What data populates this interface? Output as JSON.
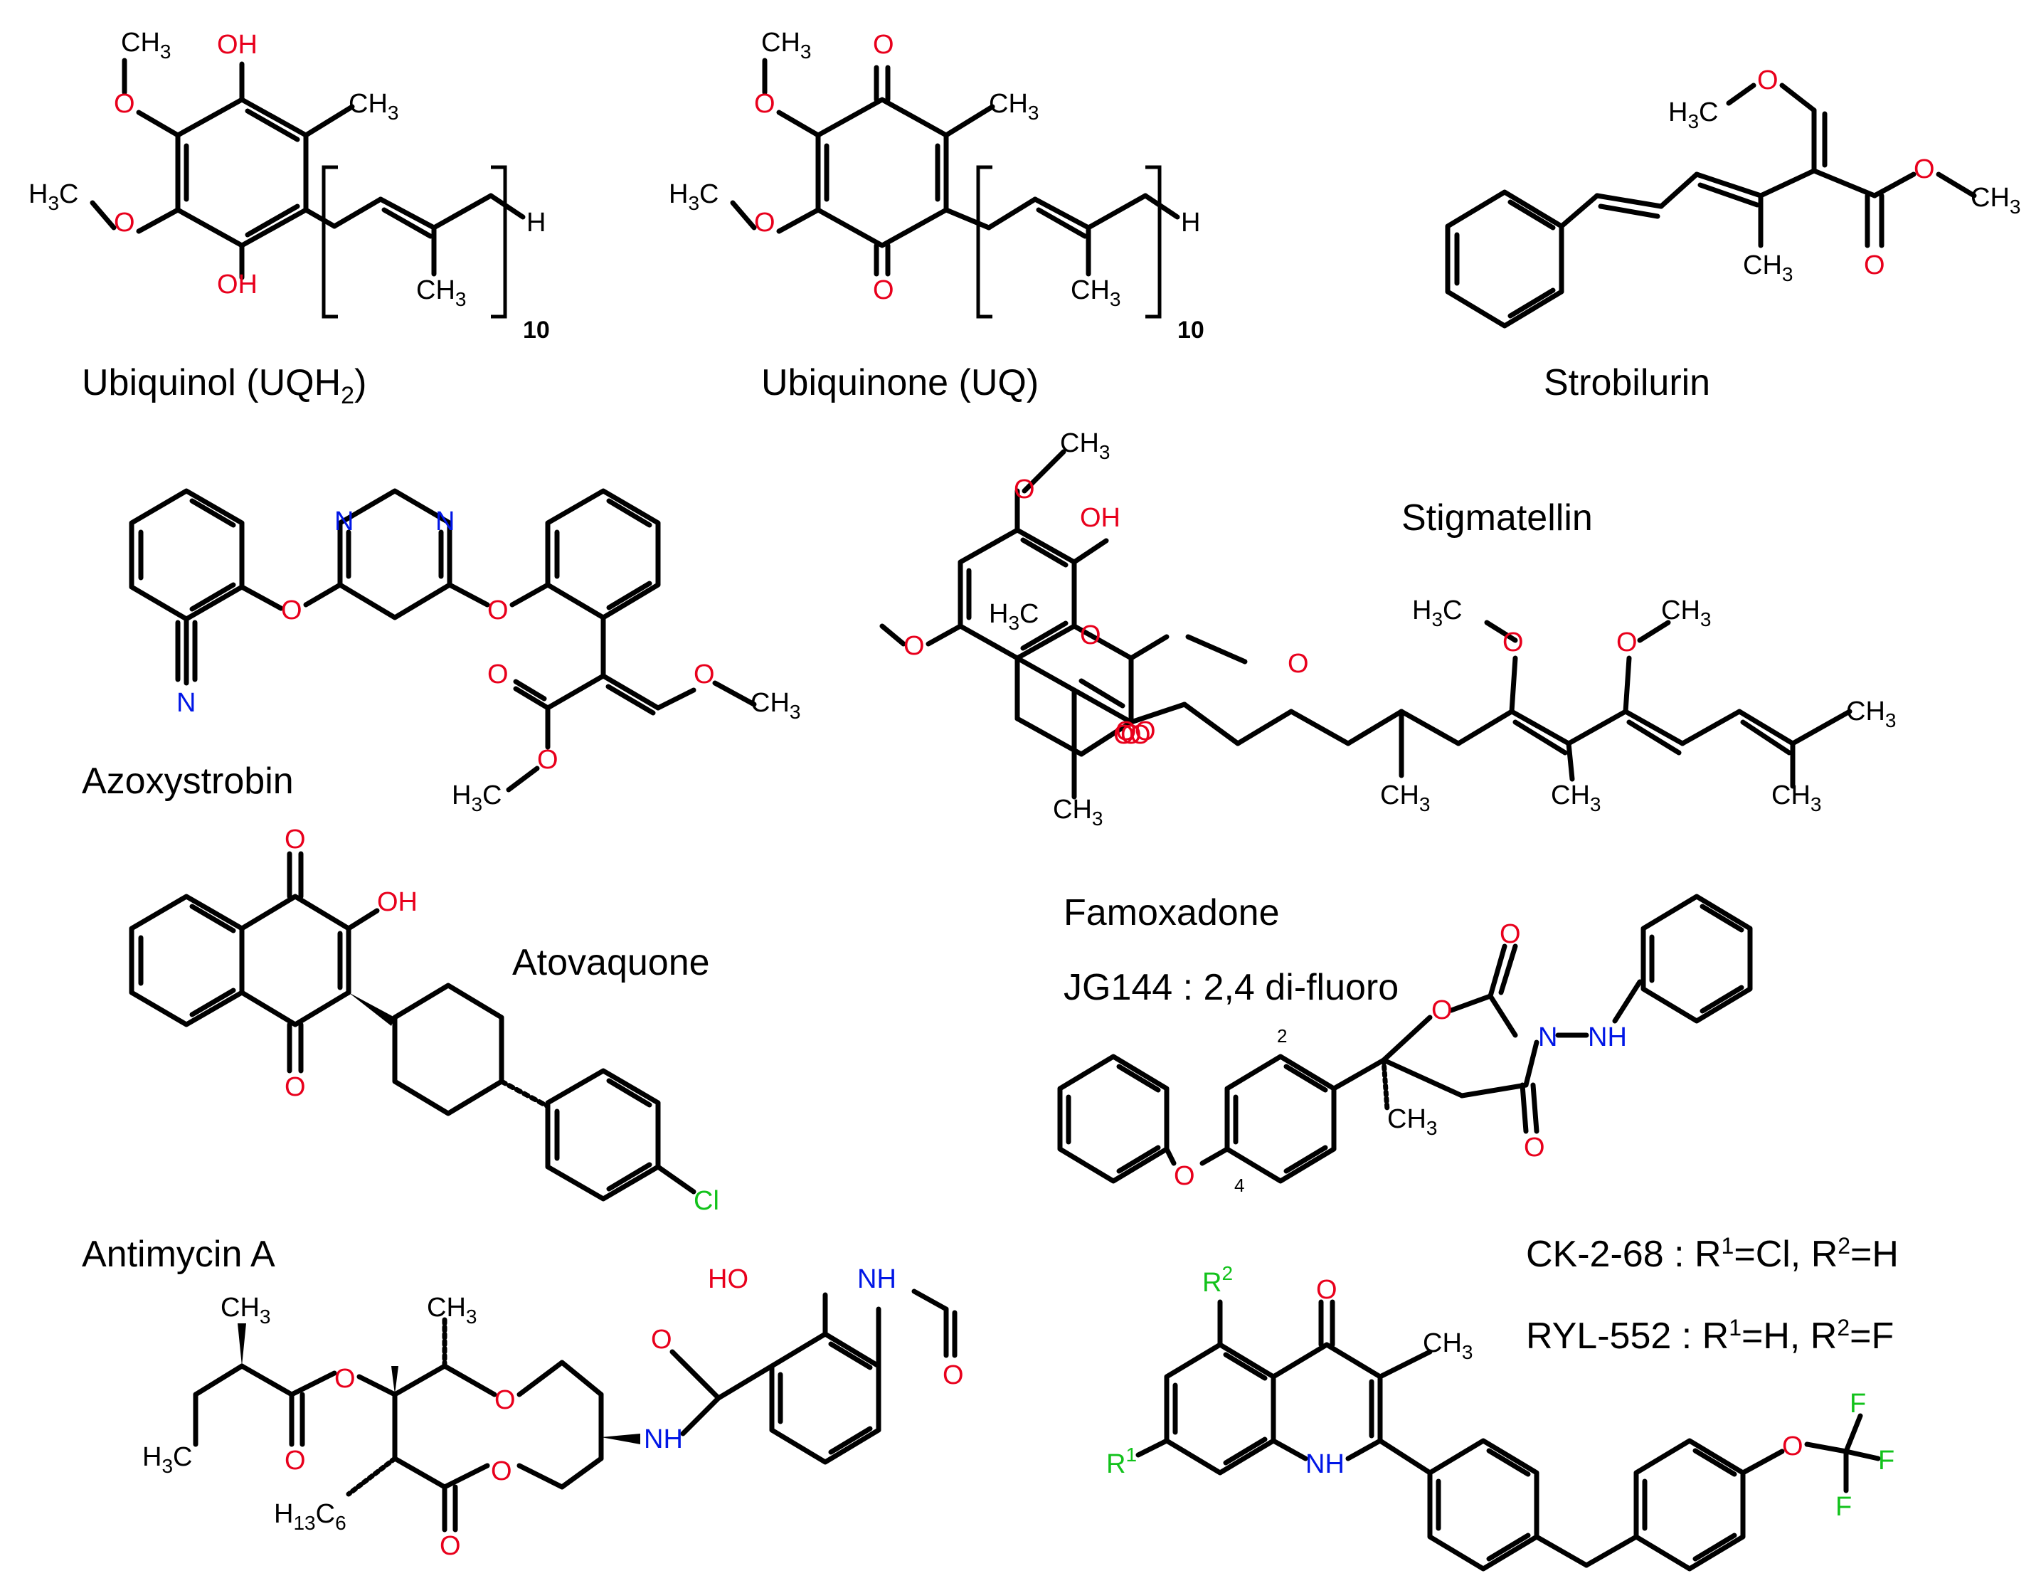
{
  "colors": {
    "bond": "#000000",
    "oxygen": "#e8001c",
    "nitrogen": "#0016e6",
    "halogen": "#12c21b"
  },
  "captions": {
    "ubiquinol": "Ubiquinol (UQH",
    "ubiquinol_sub": "2",
    "ubiquinol_end": ")",
    "ubiquinone": "Ubiquinone (UQ)",
    "strobilurin": "Strobilurin",
    "azoxystrobin": "Azoxystrobin",
    "stigmatellin": "Stigmatellin",
    "atovaquone": "Atovaquone",
    "famoxadone": "Famoxadone",
    "jg144": "JG144 : 2,4 di-fluoro",
    "antimycin": "Antimycin A",
    "ck268_a": "CK-2-68 : R",
    "ck268_b": "1",
    "ck268_c": "=Cl, R",
    "ck268_d": "2",
    "ck268_e": "=H",
    "ryl552_a": "RYL-552 : R",
    "ryl552_b": "1",
    "ryl552_c": "=H, R",
    "ryl552_d": "2",
    "ryl552_e": "=F"
  },
  "atoms": {
    "ch3": "CH",
    "h3c": "H",
    "c": "C",
    "three": "3",
    "oh": "OH",
    "ho": "HO",
    "o": "O",
    "h": "H",
    "n": "N",
    "nh": "NH",
    "cl": "Cl",
    "f": "F",
    "r": "R",
    "sup1": "1",
    "sup2": "2",
    "h13c6_a": "H",
    "h13c6_b": "13",
    "h13c6_c": "C",
    "h13c6_d": "6"
  },
  "repeat_count": "10",
  "ring_positions": {
    "p2": "2",
    "p4": "4"
  }
}
